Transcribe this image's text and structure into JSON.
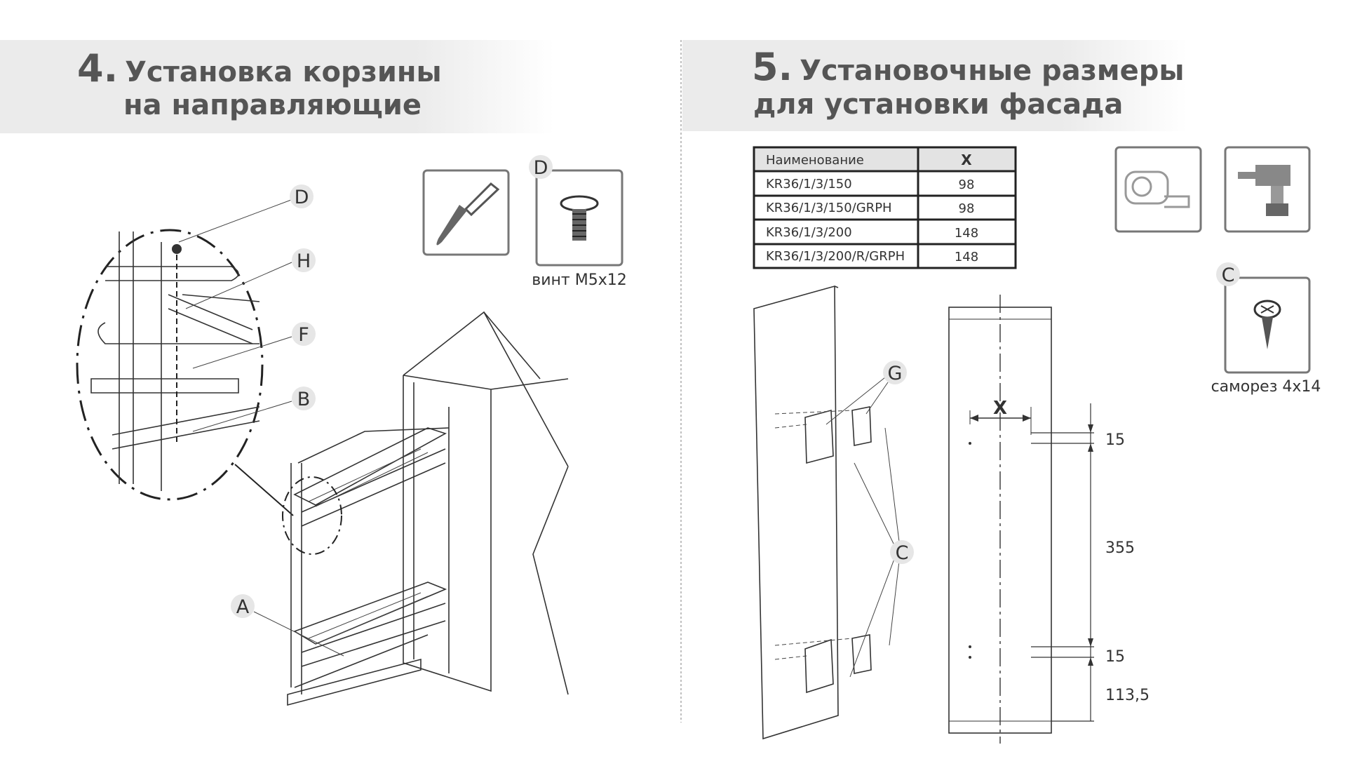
{
  "section4": {
    "number": "4.",
    "title_line1": "Установка корзины",
    "title_line2": "на направляющие",
    "screw_label": "D",
    "screw_caption": "винт М5х12",
    "callouts": {
      "d": "D",
      "h": "H",
      "f": "F",
      "b": "B",
      "a": "A"
    },
    "icons": [
      "screwdriver-icon",
      "screw-icon"
    ]
  },
  "section5": {
    "number": "5.",
    "title_line1": "Установочные размеры",
    "title_line2": "для установки фасада",
    "table": {
      "headers": [
        "Наименование",
        "X"
      ],
      "rows": [
        [
          "KR36/1/3/150",
          "98"
        ],
        [
          "KR36/1/3/150/GRPH",
          "98"
        ],
        [
          "KR36/1/3/200",
          "148"
        ],
        [
          "KR36/1/3/200/R/GRPH",
          "148"
        ]
      ]
    },
    "screw_label": "C",
    "screw_caption": "саморез 4х14",
    "callouts": {
      "g": "G",
      "c": "C"
    },
    "dimensions": {
      "x": "X",
      "top_offset": "15",
      "spacing": "355",
      "bottom_offset": "15",
      "bottom": "113,5"
    },
    "icons": [
      "tape-measure-icon",
      "drill-icon",
      "self-tapping-screw-icon"
    ]
  },
  "colors": {
    "title": "#555555",
    "band": "#ebebeb",
    "table_header": "#e3e3e3"
  }
}
